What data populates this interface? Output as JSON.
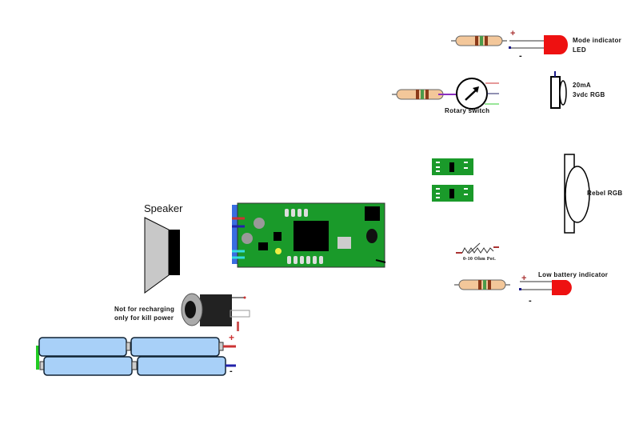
{
  "labels": {
    "mode_led": [
      "Mode indicator",
      "LED"
    ],
    "rotary": "Rotary switch",
    "rgb_small": [
      "20mA",
      "3vdc RGB"
    ],
    "rebel": "Rebel RGB",
    "pot": "0-10 Ohm Pot.",
    "low_batt": "Low battery indicator",
    "speaker": "Speaker",
    "jack_note": [
      "Not for recharging",
      "only for kill power"
    ],
    "plus": "+",
    "minus": "-"
  },
  "colors": {
    "pcb": "#1a9a2a",
    "led": "#ee1111",
    "battery": "#a8d0f8",
    "resistor": "#f3c79a"
  }
}
